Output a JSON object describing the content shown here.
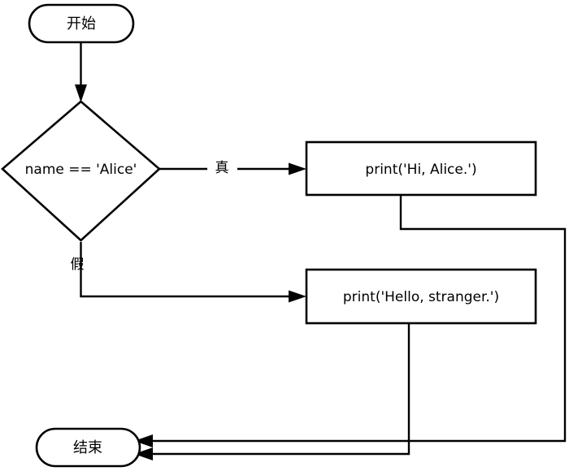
{
  "diagram": {
    "title": "name == 'Alice' conditional flowchart",
    "background_color": "#ffffff",
    "line_color": "#000000",
    "text_color": "#000000",
    "nodes": {
      "start": {
        "label": "开始",
        "shape": "rounded-rectangle"
      },
      "decision": {
        "label": "name == 'Alice'",
        "shape": "diamond"
      },
      "process_true": {
        "label": "print('Hi, Alice.')",
        "shape": "rectangle"
      },
      "process_false": {
        "label": "print('Hello, stranger.')",
        "shape": "rectangle"
      },
      "end": {
        "label": "结束",
        "shape": "rounded-rectangle"
      }
    },
    "edge_labels": {
      "true_branch": "真",
      "false_branch": "假"
    }
  }
}
